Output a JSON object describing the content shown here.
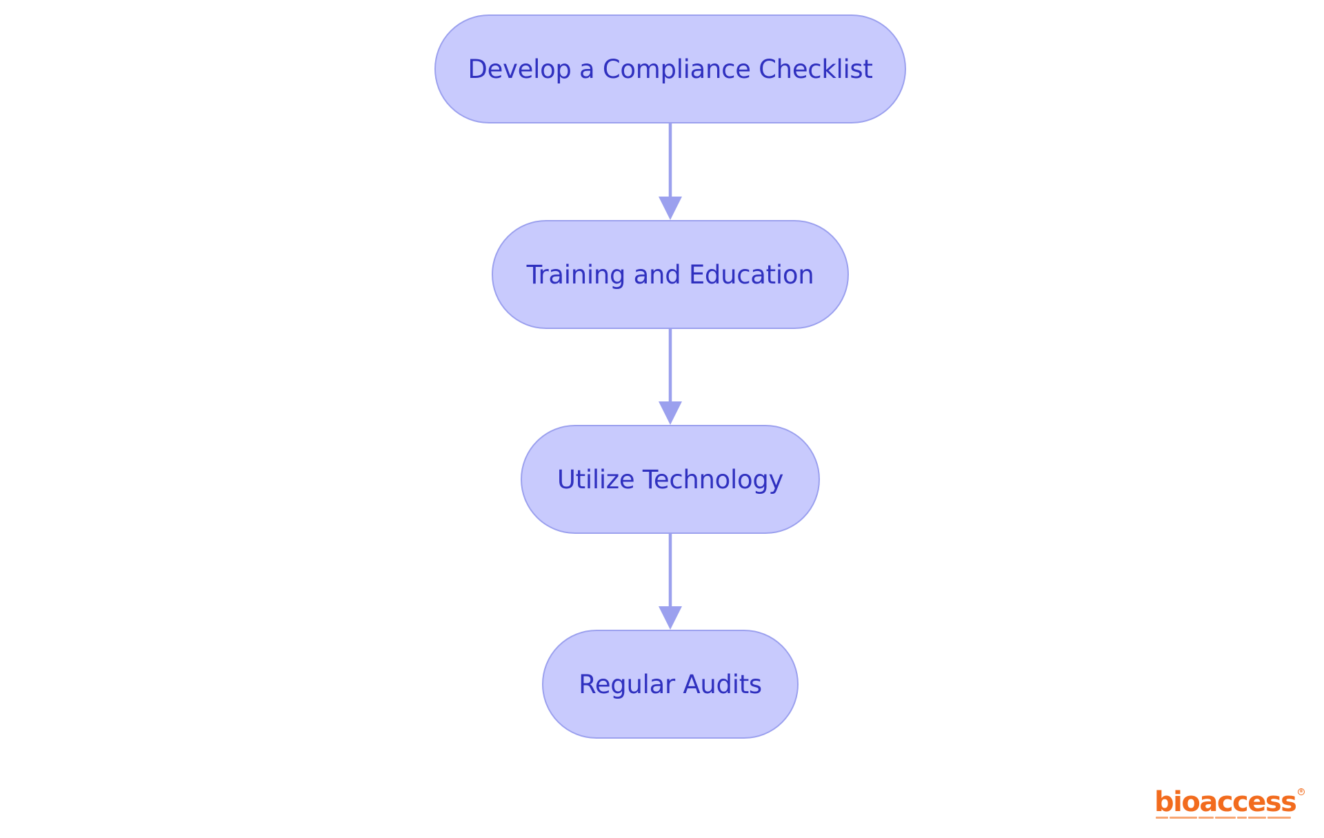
{
  "diagram": {
    "type": "flowchart",
    "direction": "top-to-bottom",
    "nodes": [
      {
        "id": "n1",
        "label": "Develop a Compliance Checklist"
      },
      {
        "id": "n2",
        "label": "Training and Education"
      },
      {
        "id": "n3",
        "label": "Utilize Technology"
      },
      {
        "id": "n4",
        "label": "Regular Audits"
      }
    ],
    "edges": [
      {
        "from": "n1",
        "to": "n2"
      },
      {
        "from": "n2",
        "to": "n3"
      },
      {
        "from": "n3",
        "to": "n4"
      }
    ]
  },
  "colors": {
    "node_fill": "#c8cafd",
    "node_stroke": "#9ba0ee",
    "node_text": "#2f30bf",
    "edge": "#9ba0ee",
    "logo": "#f26b1d"
  },
  "logo": {
    "wordmark": "bioaccess",
    "mark": "®"
  }
}
